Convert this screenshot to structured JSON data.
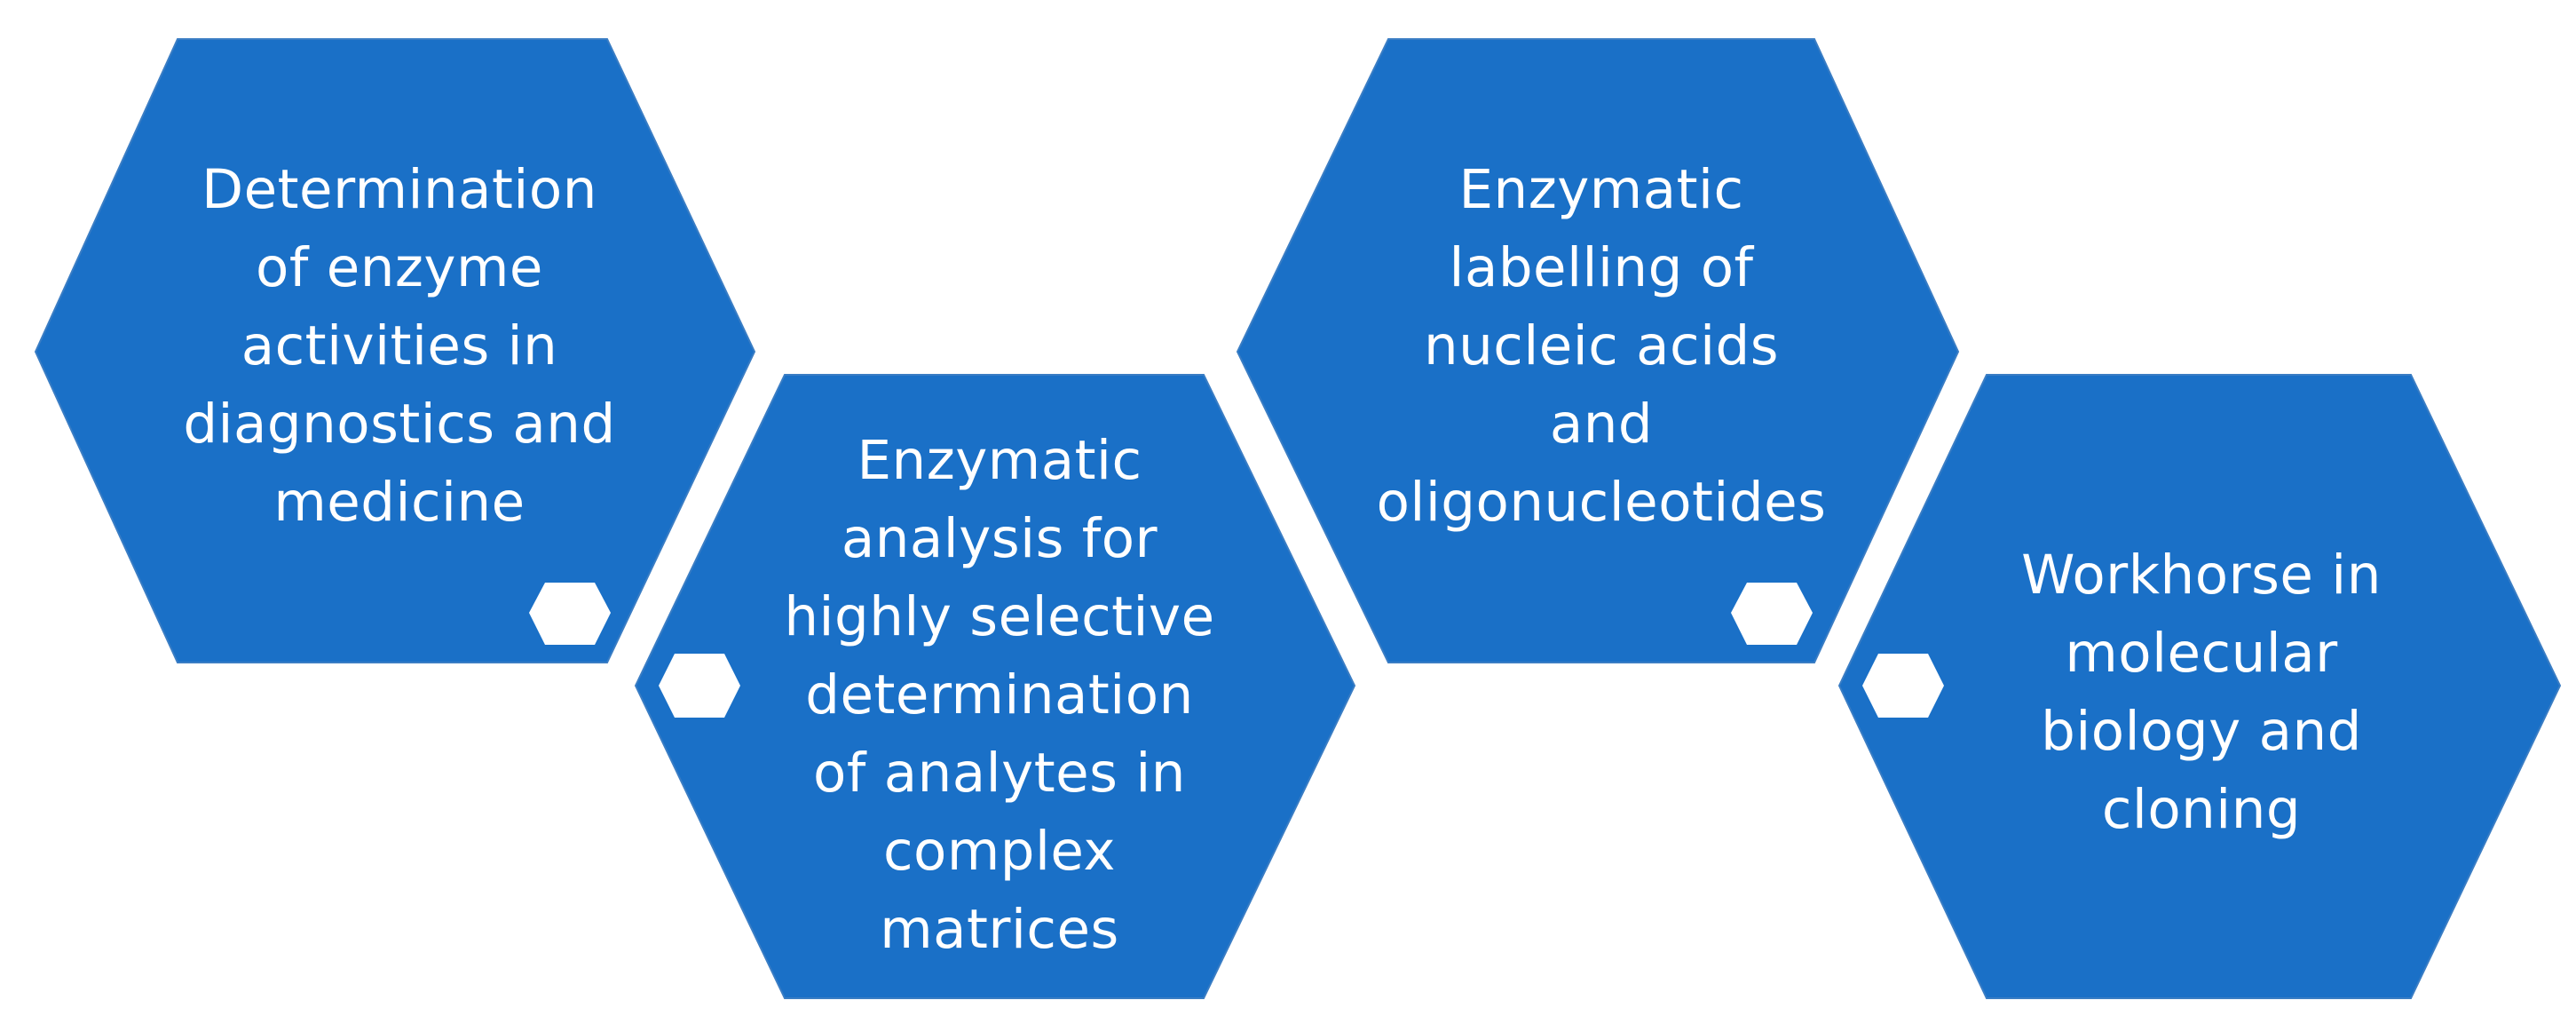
{
  "colors": {
    "hex_fill": "#1a70c7",
    "hex_border": "#3a7dc4",
    "small_hex_fill": "#ffffff",
    "text": "#ffffff",
    "background": "#ffffff"
  },
  "hexagons": [
    {
      "text": "Determination\nof enzyme\nactivities in\ndiagnostics and\nmedicine"
    },
    {
      "text": "Enzymatic\nanalysis for\nhighly selective\ndetermination\nof analytes in\ncomplex\nmatrices"
    },
    {
      "text": "Enzymatic\nlabelling of\nnucleic acids\nand\noligonucleotides"
    },
    {
      "text": "Workhorse in\nmolecular\nbiology and\ncloning"
    }
  ]
}
